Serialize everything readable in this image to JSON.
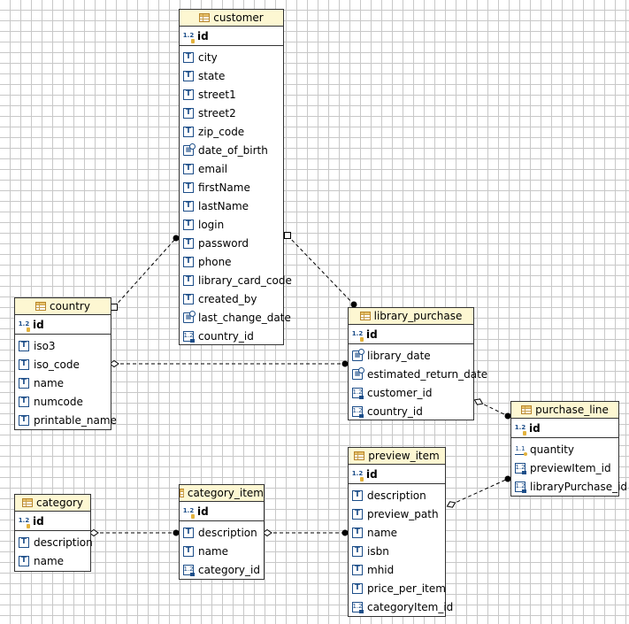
{
  "entities": {
    "customer": {
      "title": "customer",
      "pk": {
        "label": "id",
        "icon": "primary-key-icon"
      },
      "attrs": [
        {
          "label": "city",
          "icon": "text-type-icon"
        },
        {
          "label": "state",
          "icon": "text-type-icon"
        },
        {
          "label": "street1",
          "icon": "text-type-icon"
        },
        {
          "label": "street2",
          "icon": "text-type-icon"
        },
        {
          "label": "zip_code",
          "icon": "text-type-icon"
        },
        {
          "label": "date_of_birth",
          "icon": "date-type-icon"
        },
        {
          "label": "email",
          "icon": "text-type-icon"
        },
        {
          "label": "firstName",
          "icon": "text-type-icon"
        },
        {
          "label": "lastName",
          "icon": "text-type-icon"
        },
        {
          "label": "login",
          "icon": "text-type-icon"
        },
        {
          "label": "password",
          "icon": "text-type-icon"
        },
        {
          "label": "phone",
          "icon": "text-type-icon"
        },
        {
          "label": "library_card_code",
          "icon": "text-type-icon"
        },
        {
          "label": "created_by",
          "icon": "text-type-icon"
        },
        {
          "label": "last_change_date",
          "icon": "date-type-icon"
        },
        {
          "label": "country_id",
          "icon": "foreign-key-icon"
        }
      ]
    },
    "country": {
      "title": "country",
      "pk": {
        "label": "id",
        "icon": "primary-key-icon"
      },
      "attrs": [
        {
          "label": "iso3",
          "icon": "text-type-icon"
        },
        {
          "label": "iso_code",
          "icon": "text-type-icon"
        },
        {
          "label": "name",
          "icon": "text-type-icon"
        },
        {
          "label": "numcode",
          "icon": "text-type-icon"
        },
        {
          "label": "printable_name",
          "icon": "text-type-icon"
        }
      ]
    },
    "library_purchase": {
      "title": "library_purchase",
      "pk": {
        "label": "id",
        "icon": "primary-key-icon"
      },
      "attrs": [
        {
          "label": "library_date",
          "icon": "date-type-icon"
        },
        {
          "label": "estimated_return_date",
          "icon": "date-type-icon"
        },
        {
          "label": "customer_id",
          "icon": "foreign-key-icon"
        },
        {
          "label": "country_id",
          "icon": "foreign-key-icon"
        }
      ]
    },
    "purchase_line": {
      "title": "purchase_line",
      "pk": {
        "label": "id",
        "icon": "primary-key-icon"
      },
      "attrs": [
        {
          "label": "quantity",
          "icon": "number-type-icon"
        },
        {
          "label": "previewItem_id",
          "icon": "foreign-key-icon"
        },
        {
          "label": "libraryPurchase_id",
          "icon": "foreign-key-icon"
        }
      ]
    },
    "preview_item": {
      "title": "preview_item",
      "pk": {
        "label": "id",
        "icon": "primary-key-icon"
      },
      "attrs": [
        {
          "label": "description",
          "icon": "text-type-icon"
        },
        {
          "label": "preview_path",
          "icon": "text-type-icon"
        },
        {
          "label": "name",
          "icon": "text-type-icon"
        },
        {
          "label": "isbn",
          "icon": "text-type-icon"
        },
        {
          "label": "mhid",
          "icon": "text-type-icon"
        },
        {
          "label": "price_per_item",
          "icon": "text-type-icon"
        },
        {
          "label": "categoryItem_id",
          "icon": "foreign-key-icon"
        }
      ]
    },
    "category": {
      "title": "category",
      "pk": {
        "label": "id",
        "icon": "primary-key-icon"
      },
      "attrs": [
        {
          "label": "description",
          "icon": "text-type-icon"
        },
        {
          "label": "name",
          "icon": "text-type-icon"
        }
      ]
    },
    "category_item": {
      "title": "category_item",
      "pk": {
        "label": "id",
        "icon": "primary-key-icon"
      },
      "attrs": [
        {
          "label": "description",
          "icon": "text-type-icon"
        },
        {
          "label": "name",
          "icon": "text-type-icon"
        },
        {
          "label": "category_id",
          "icon": "foreign-key-icon"
        }
      ]
    }
  },
  "colors": {
    "header_bg": "#fdf7d2",
    "border": "#333333",
    "grid": "#c8c8c8",
    "icon": "#1d4e89"
  }
}
